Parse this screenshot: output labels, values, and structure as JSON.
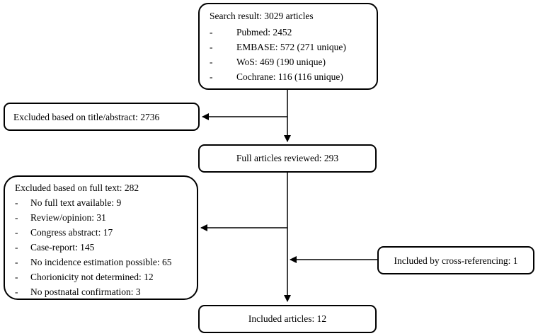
{
  "search": {
    "title": "Search result: 3029 articles",
    "items": [
      {
        "bullet": "-",
        "text": "Pubmed: 2452"
      },
      {
        "bullet": "-",
        "text": "EMBASE: 572 (271 unique)"
      },
      {
        "bullet": "-",
        "text": "WoS: 469 (190 unique)"
      },
      {
        "bullet": "-",
        "text": "Cochrane: 116 (116 unique)"
      }
    ]
  },
  "excluded_title": "Excluded based on title/abstract: 2736",
  "full_reviewed": "Full articles reviewed: 293",
  "excluded_full": {
    "title": "Excluded based on full text: 282",
    "items": [
      {
        "bullet": "-",
        "text": "No full text available: 9"
      },
      {
        "bullet": "-",
        "text": "Review/opinion: 31"
      },
      {
        "bullet": "-",
        "text": "Congress abstract: 17"
      },
      {
        "bullet": "-",
        "text": "Case-report: 145"
      },
      {
        "bullet": "-",
        "text": "No incidence estimation possible: 65"
      },
      {
        "bullet": "-",
        "text": "Chorionicity not determined: 12"
      },
      {
        "bullet": "-",
        "text": "No postnatal confirmation: 3"
      }
    ]
  },
  "cross_ref": "Included by cross-referencing: 1",
  "included": "Included articles: 12"
}
